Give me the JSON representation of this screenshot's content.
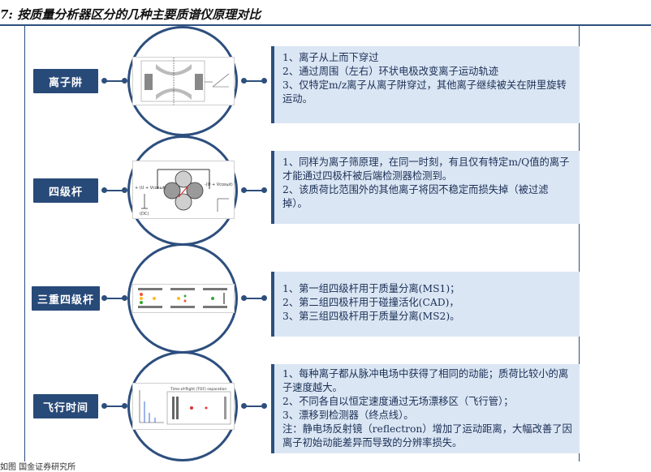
{
  "title": "7: 按质量分析器区分的几种主要质谱仪原理对比",
  "rows": [
    {
      "label": "离子阱",
      "lines": [
        "1、离子从上而下穿过",
        "2、通过周围（左右）环状电极改变离子运动轨迹",
        "3、仅特定m/z离子从离子阱穿过，其他离子继续被关在阱里旋转运动。"
      ]
    },
    {
      "label": "四级杆",
      "lines": [
        "1、同样为离子筛原理，在同一时刻，有且仅有特定m/Q值的离子才能通过四极杆被后端检测器检测到。",
        "2、该质荷比范围外的其他离子将因不稳定而损失掉（被过滤掉）。"
      ]
    },
    {
      "label": "三重四级杆",
      "lines": [
        "1、第一组四级杆用于质量分离(MS1)；",
        "2、第二组四极杆用于碰撞活化(CAD)，",
        "3、第三组四极杆用于质量分离(MS2)。"
      ]
    },
    {
      "label": "飞行时间",
      "lines": [
        "1、每种离子都从脉冲电场中获得了相同的动能；质荷比较小的离子速度越大。",
        "2、不同各自以恒定速度通过无场漂移区（飞行管）；",
        "3、漂移到检测器（终点线）。",
        "注：静电场反射镜（reflectron）增加了运动距离，大幅改善了因离子初始动能差异而导致的分辨率损失。"
      ]
    }
  ],
  "diagram_text": {
    "quad_left": "+ (U + Vcosωt)",
    "quad_right": "-(U + Vcosωt)",
    "quad_gnd": "(DC)",
    "tof_title": "Time-of-flight (TOF) separation"
  },
  "colors": {
    "accent": "#2d4f7e",
    "label_bg": "#284a78",
    "textbox_bg": "#dbe6f4"
  },
  "source": "如图 国金证券研究所"
}
